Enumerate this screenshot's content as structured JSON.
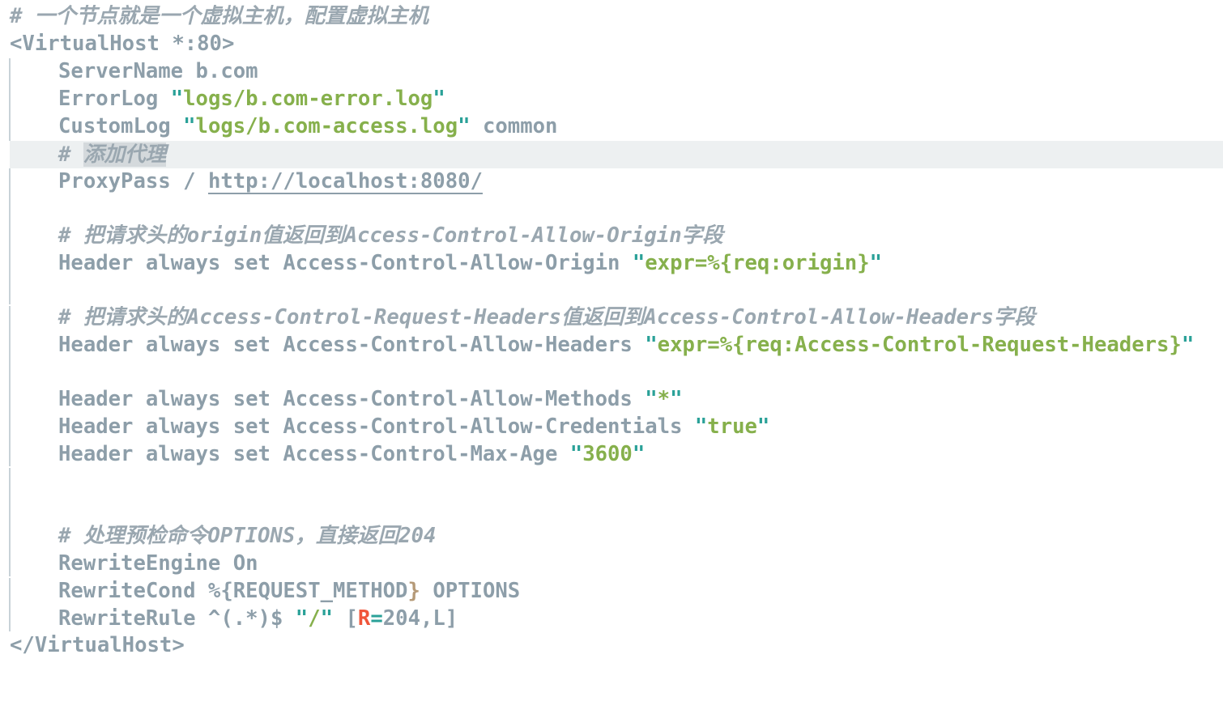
{
  "editor": {
    "theme": {
      "text": "#8d9ea9",
      "comment": "#9aa7b0",
      "quote": "#2aa198",
      "string": "#86b04c",
      "flag": "#f0553a",
      "active_line_bg": "#edf0f1"
    },
    "active_line": 6,
    "lines": [
      {
        "n": 1,
        "text": "# 一个节点就是一个虚拟主机，配置虚拟主机"
      },
      {
        "n": 2,
        "text": "<VirtualHost *:80>"
      },
      {
        "n": 3,
        "directive": "ServerName",
        "args": "b.com"
      },
      {
        "n": 4,
        "directive": "ErrorLog",
        "string": "logs/b.com-error.log"
      },
      {
        "n": 5,
        "directive": "CustomLog",
        "string": "logs/b.com-access.log",
        "tail": "common"
      },
      {
        "n": 6,
        "comment_hash": "#",
        "comment": "添加代理"
      },
      {
        "n": 7,
        "directive": "ProxyPass",
        "args": "/",
        "url": "http://localhost:8080/"
      },
      {
        "n": 8,
        "text": ""
      },
      {
        "n": 9,
        "text": "# 把请求头的origin值返回到Access-Control-Allow-Origin字段"
      },
      {
        "n": 10,
        "directive": "Header always set Access-Control-Allow-Origin",
        "string": "expr=%{req:origin}"
      },
      {
        "n": 11,
        "text": ""
      },
      {
        "n": 12,
        "text": "# 把请求头的Access-Control-Request-Headers值返回到Access-Control-Allow-Headers字段"
      },
      {
        "n": 13,
        "directive": "Header always set Access-Control-Allow-Headers",
        "string": "expr=%{req:Access-Control-Request-Headers}"
      },
      {
        "n": 14,
        "text": ""
      },
      {
        "n": 15,
        "directive": "Header always set Access-Control-Allow-Methods",
        "string": "*"
      },
      {
        "n": 16,
        "directive": "Header always set Access-Control-Allow-Credentials",
        "string": "true"
      },
      {
        "n": 17,
        "directive": "Header always set Access-Control-Max-Age",
        "string": "3600"
      },
      {
        "n": 18,
        "text": ""
      },
      {
        "n": 19,
        "text": ""
      },
      {
        "n": 20,
        "text": "# 处理预检命令OPTIONS，直接返回204"
      },
      {
        "n": 21,
        "directive": "RewriteEngine",
        "args": "On"
      },
      {
        "n": 22,
        "directive": "RewriteCond",
        "var_open": "%{REQUEST_METHOD",
        "var_close": "}",
        "tail": "OPTIONS"
      },
      {
        "n": 23,
        "directive": "RewriteRule",
        "args": "^(.*)$",
        "string": "/",
        "flag_open": "[",
        "flag": "R",
        "flag_eq": "=",
        "flag_rest": "204,L",
        "flag_close": "]"
      },
      {
        "n": 24,
        "text": "</VirtualHost>"
      }
    ]
  }
}
